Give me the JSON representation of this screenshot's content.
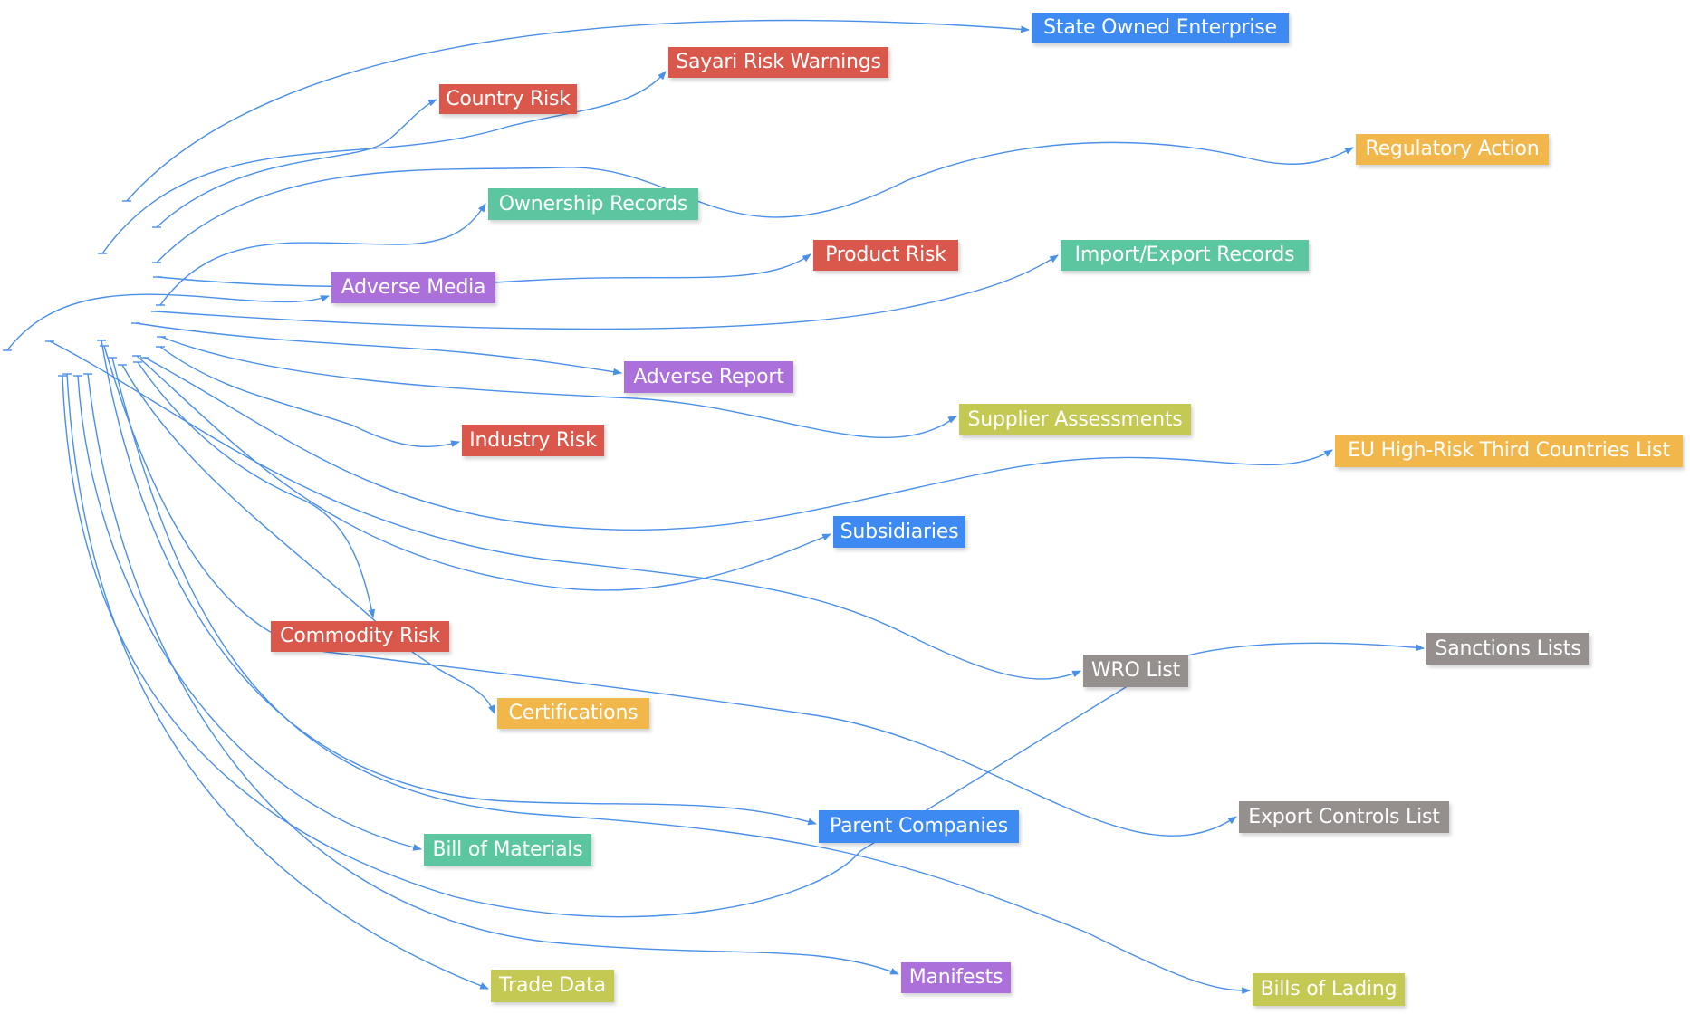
{
  "colors": {
    "edge": "#4a8fe8",
    "red": "#d9584b",
    "blue": "#3d8bf2",
    "green": "#5cc6a0",
    "purple": "#ab70da",
    "orange": "#f2b74a",
    "olive": "#c3c953",
    "grey": "#958f8d"
  },
  "nodes": [
    {
      "id": "state-owned-enterprise",
      "label": "State Owned Enterprise",
      "color": "blue"
    },
    {
      "id": "sayari-risk-warnings",
      "label": "Sayari Risk Warnings",
      "color": "red"
    },
    {
      "id": "country-risk",
      "label": "Country Risk",
      "color": "red"
    },
    {
      "id": "regulatory-action",
      "label": "Regulatory Action",
      "color": "orange"
    },
    {
      "id": "ownership-records",
      "label": "Ownership Records",
      "color": "green"
    },
    {
      "id": "adverse-media",
      "label": "Adverse Media",
      "color": "purple"
    },
    {
      "id": "product-risk",
      "label": "Product  Risk",
      "color": "red"
    },
    {
      "id": "import-export-records",
      "label": "Import/Export Records",
      "color": "green"
    },
    {
      "id": "adverse-report",
      "label": "Adverse Report",
      "color": "purple"
    },
    {
      "id": "supplier-assessments",
      "label": "Supplier Assessments",
      "color": "olive"
    },
    {
      "id": "industry-risk",
      "label": "Industry Risk",
      "color": "red"
    },
    {
      "id": "eu-high-risk-third-countries-list",
      "label": "EU High-Risk Third Countries List",
      "color": "orange"
    },
    {
      "id": "subsidiaries",
      "label": "Subsidiaries",
      "color": "blue"
    },
    {
      "id": "commodity-risk",
      "label": "Commodity Risk",
      "color": "red"
    },
    {
      "id": "wro-list",
      "label": "WRO List",
      "color": "grey"
    },
    {
      "id": "sanctions-lists",
      "label": "Sanctions Lists",
      "color": "grey"
    },
    {
      "id": "certifications",
      "label": "Certifications",
      "color": "orange"
    },
    {
      "id": "export-controls-list",
      "label": "Export Controls List",
      "color": "grey"
    },
    {
      "id": "parent-companies",
      "label": "Parent Companies",
      "color": "blue"
    },
    {
      "id": "bill-of-materials",
      "label": "Bill of Materials",
      "color": "green"
    },
    {
      "id": "trade-data",
      "label": "Trade Data",
      "color": "olive"
    },
    {
      "id": "manifests",
      "label": "Manifests",
      "color": "purple"
    },
    {
      "id": "bills-of-lading",
      "label": "Bills of Lading",
      "color": "olive"
    }
  ],
  "edges": [
    {
      "target": "state-owned-enterprise"
    },
    {
      "target": "sayari-risk-warnings"
    },
    {
      "target": "country-risk"
    },
    {
      "target": "regulatory-action"
    },
    {
      "target": "ownership-records"
    },
    {
      "target": "adverse-media"
    },
    {
      "target": "product-risk"
    },
    {
      "target": "import-export-records"
    },
    {
      "target": "adverse-report"
    },
    {
      "target": "supplier-assessments"
    },
    {
      "target": "industry-risk"
    },
    {
      "target": "eu-high-risk-third-countries-list"
    },
    {
      "target": "subsidiaries"
    },
    {
      "target": "commodity-risk"
    },
    {
      "target": "wro-list"
    },
    {
      "target": "sanctions-lists"
    },
    {
      "target": "certifications"
    },
    {
      "target": "export-controls-list"
    },
    {
      "target": "parent-companies"
    },
    {
      "target": "bill-of-materials"
    },
    {
      "target": "trade-data"
    },
    {
      "target": "manifests"
    },
    {
      "target": "bills-of-lading"
    }
  ]
}
